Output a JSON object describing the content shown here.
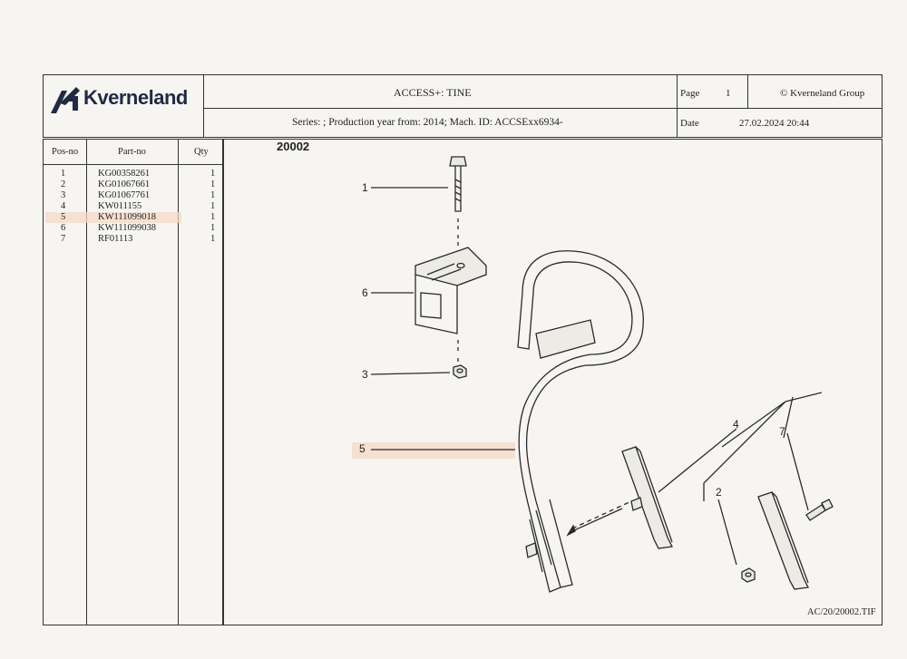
{
  "header": {
    "brand": "Kverneland",
    "title": "ACCESS+: TINE",
    "subtitle": "Series: ; Production year from: 2014; Mach. ID: ACCSExx6934-",
    "page_label": "Page",
    "page_number": "1",
    "copyright": "© Kverneland Group",
    "date_label": "Date",
    "date_value": "27.02.2024  20:44"
  },
  "parts_table": {
    "columns": [
      "Pos-no",
      "Part-no",
      "Qty"
    ],
    "rows": [
      {
        "pos": "1",
        "part": "KG00358261",
        "qty": "1"
      },
      {
        "pos": "2",
        "part": "KG01067661",
        "qty": "1"
      },
      {
        "pos": "3",
        "part": "KG01067761",
        "qty": "1"
      },
      {
        "pos": "4",
        "part": "KW011155",
        "qty": "1"
      },
      {
        "pos": "5",
        "part": "KW111099018",
        "qty": "1",
        "highlighted": true
      },
      {
        "pos": "6",
        "part": "KW111099038",
        "qty": "1"
      },
      {
        "pos": "7",
        "part": "RF01113",
        "qty": "1"
      }
    ]
  },
  "drawing": {
    "number": "20002",
    "file_ref": "AC/20/20002.TIF",
    "callouts": [
      "1",
      "6",
      "3",
      "5",
      "4",
      "2",
      "7"
    ],
    "highlight_color": "#f4d8c6"
  }
}
